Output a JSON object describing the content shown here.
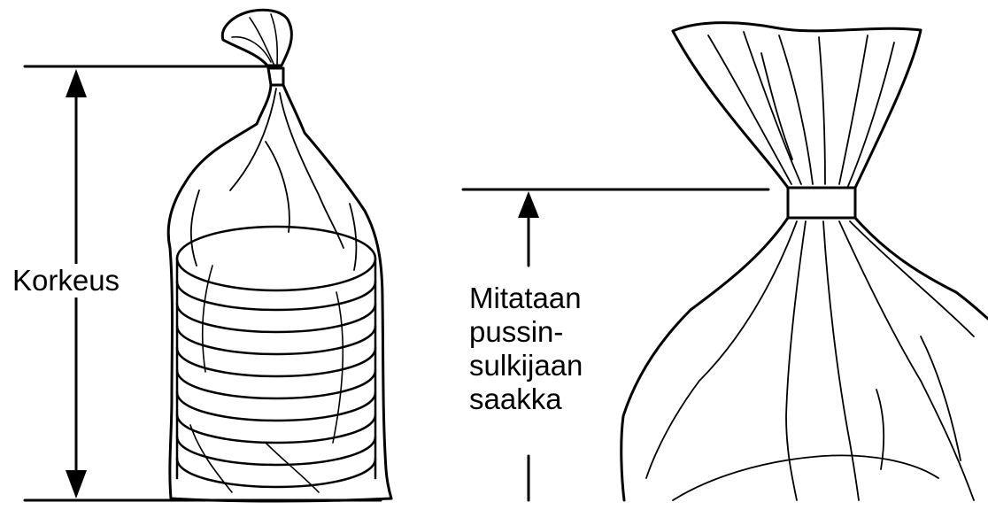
{
  "left_figure": {
    "dimension_label": "Korkeus"
  },
  "right_figure": {
    "dimension_label_lines": [
      "Mitataan",
      "pussin-",
      "sulkijaan",
      "saakka"
    ]
  },
  "colors": {
    "ink": "#000000",
    "background": "#ffffff"
  },
  "icons": [
    "tied-bag-full-icon",
    "bag-neck-closure-icon",
    "arrow-up-icon",
    "arrow-down-icon"
  ]
}
